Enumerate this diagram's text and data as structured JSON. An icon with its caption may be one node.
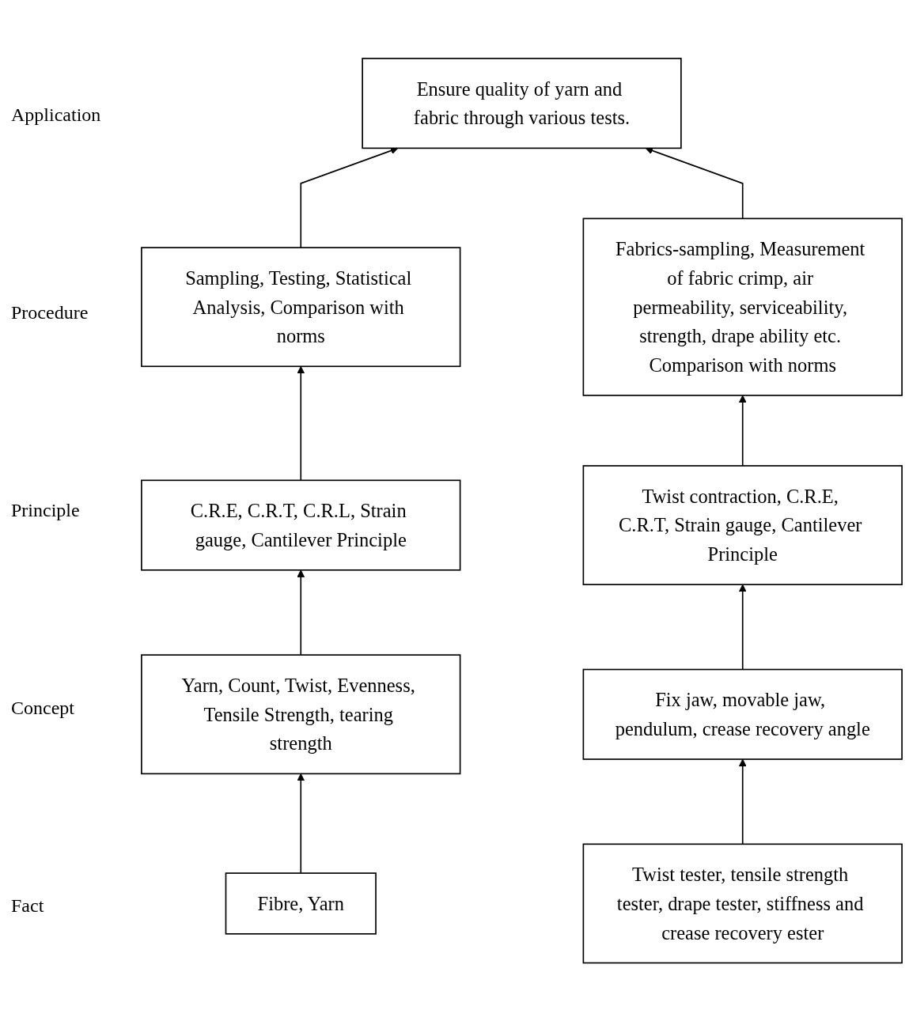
{
  "diagram": {
    "nodes": [
      {
        "text": [
          "Ensure quality of yarn and fabric through various tests."
        ]
      },
      {
        "text": [
          "Sampling, Testing, Statistical Analysis, Comparison with norms"
        ]
      },
      {
        "text": [
          "Fabrics-sampling, Measurement of fabric crimp, air permeability, serviceability, strength, drape ability etc. Comparison with norms"
        ]
      },
      {
        "text": [
          "C.R.E, C.R.T, C.R.L, Strain gauge, Cantilever Principle"
        ]
      },
      {
        "text": [
          "Twist contraction, C.R.E, C.R.T, Strain gauge, Cantilever Principle"
        ]
      },
      {
        "text": [
          "Yarn, Count, Twist, Evenness, Tensile Strength, tearing strength"
        ]
      },
      {
        "text": [
          "Fix jaw, movable jaw, pendulum, crease recovery angle"
        ]
      },
      {
        "text": [
          "Fibre, Yarn"
        ]
      },
      {
        "text": [
          "Twist tester, tensile strength tester, drape tester, stiffness and crease recovery ester"
        ]
      }
    ],
    "edges": [
      {
        "from": 1,
        "to": 0,
        "arrow": "to"
      },
      {
        "from": 2,
        "to": 0,
        "arrow": "to"
      },
      {
        "from": 3,
        "to": 1,
        "arrow": "to"
      },
      {
        "from": 4,
        "to": 2,
        "arrow": "to"
      },
      {
        "from": 5,
        "to": 3,
        "arrow": "to"
      },
      {
        "from": 6,
        "to": 4,
        "arrow": "to"
      },
      {
        "from": 7,
        "to": 5,
        "arrow": "to"
      },
      {
        "from": 8,
        "to": 6,
        "arrow": "to"
      }
    ],
    "labels": [
      "Application",
      "Procedure",
      "Principle",
      "Concept",
      "Fact"
    ]
  }
}
